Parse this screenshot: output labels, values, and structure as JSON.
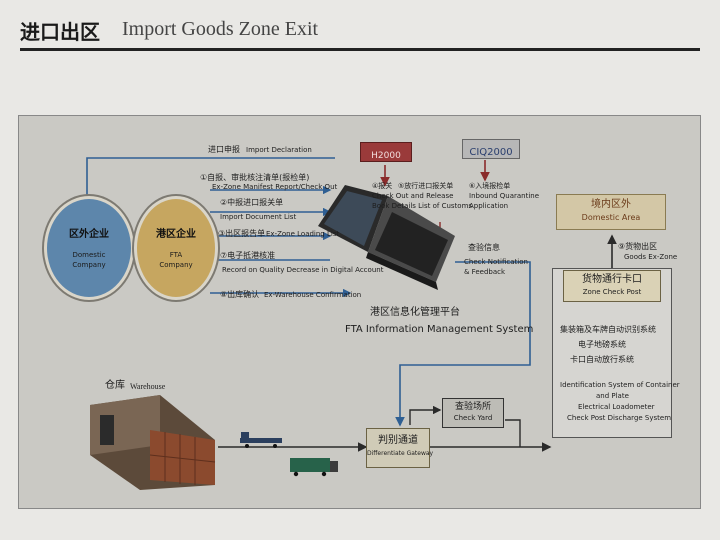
{
  "header": {
    "title_cn": "进口出区",
    "title_en": "Import Goods Zone Exit"
  },
  "top_flow": {
    "cn": "进口申报",
    "en": "Import Declaration"
  },
  "badges": {
    "h2000": "H2000",
    "ciq2000": "CIQ2000"
  },
  "domestic_company": {
    "cn": "区外企业",
    "en_line1": "Domestic",
    "en_line2": "Company"
  },
  "fta_company": {
    "cn": "港区企业",
    "en_line1": "FTA",
    "en_line2": "Company"
  },
  "steps": {
    "s1_cn": "①自报、审批核注清单(报检单)",
    "s1_en": "Ex-Zone Manifest Report/Check Out",
    "s2_cn": "②中报进口报关单",
    "s2_en": "Import Document List",
    "s3_cn": "③出区报告单",
    "s3_en": "Ex-Zone Loading List",
    "s4_cn": "⑦电子抵港核准",
    "s4_en": "Record on Quality Decrease in Digital Account",
    "s5_cn": "⑧出库确认",
    "s5_en": "Ex-Warehouse Confirmation"
  },
  "customs_notes": {
    "n1_cn": "④报关",
    "n2_cn": "⑤放行进口报关单",
    "n1_en_line1": "Check Out and Release",
    "n1_en_line2": "Book Details List of Customs",
    "n3_cn": "⑥入境报检单",
    "n3_en_line1": "Inbound Quarantine",
    "n3_en_line2": "Application"
  },
  "check_info": {
    "cn": "查验信息",
    "en_line1": "Check Notification",
    "en_line2": "& Feedback"
  },
  "fta_system": {
    "cn": "港区信息化管理平台",
    "en": "FTA Information Management System"
  },
  "domestic_area": {
    "cn": "境内区外",
    "en": "Domestic Area"
  },
  "exit_zone": {
    "cn": "⑨货物出区",
    "en": "Goods Ex-Zone"
  },
  "check_post": {
    "cn": "货物通行卡口",
    "en": "Zone Check Post",
    "sys_cn_line1": "集装箱及车牌自动识别系统",
    "sys_cn_line2": "电子地磅系统",
    "sys_cn_line3": "卡口自动放行系统",
    "sys_en_line1": "Identification System of Container",
    "sys_en_line2": "and Plate",
    "sys_en_line3": "Electrical Loadometer",
    "sys_en_line4": "Check Post Discharge System"
  },
  "warehouse": {
    "cn": "仓库",
    "en": "Warehouse"
  },
  "check_yard": {
    "cn": "查验场所",
    "en": "Check Yard"
  },
  "diff_gateway": {
    "cn": "判别通道",
    "en": "Differentiate Gateway"
  },
  "colors": {
    "circle_blue": "#5d86ab",
    "circle_gold": "#c6a660",
    "h2000_red": "#9a3a3a",
    "ciq_gray": "#b7b7b7",
    "arrow_blue": "#2f5f93",
    "arrow_dark": "#2a2a2a"
  }
}
